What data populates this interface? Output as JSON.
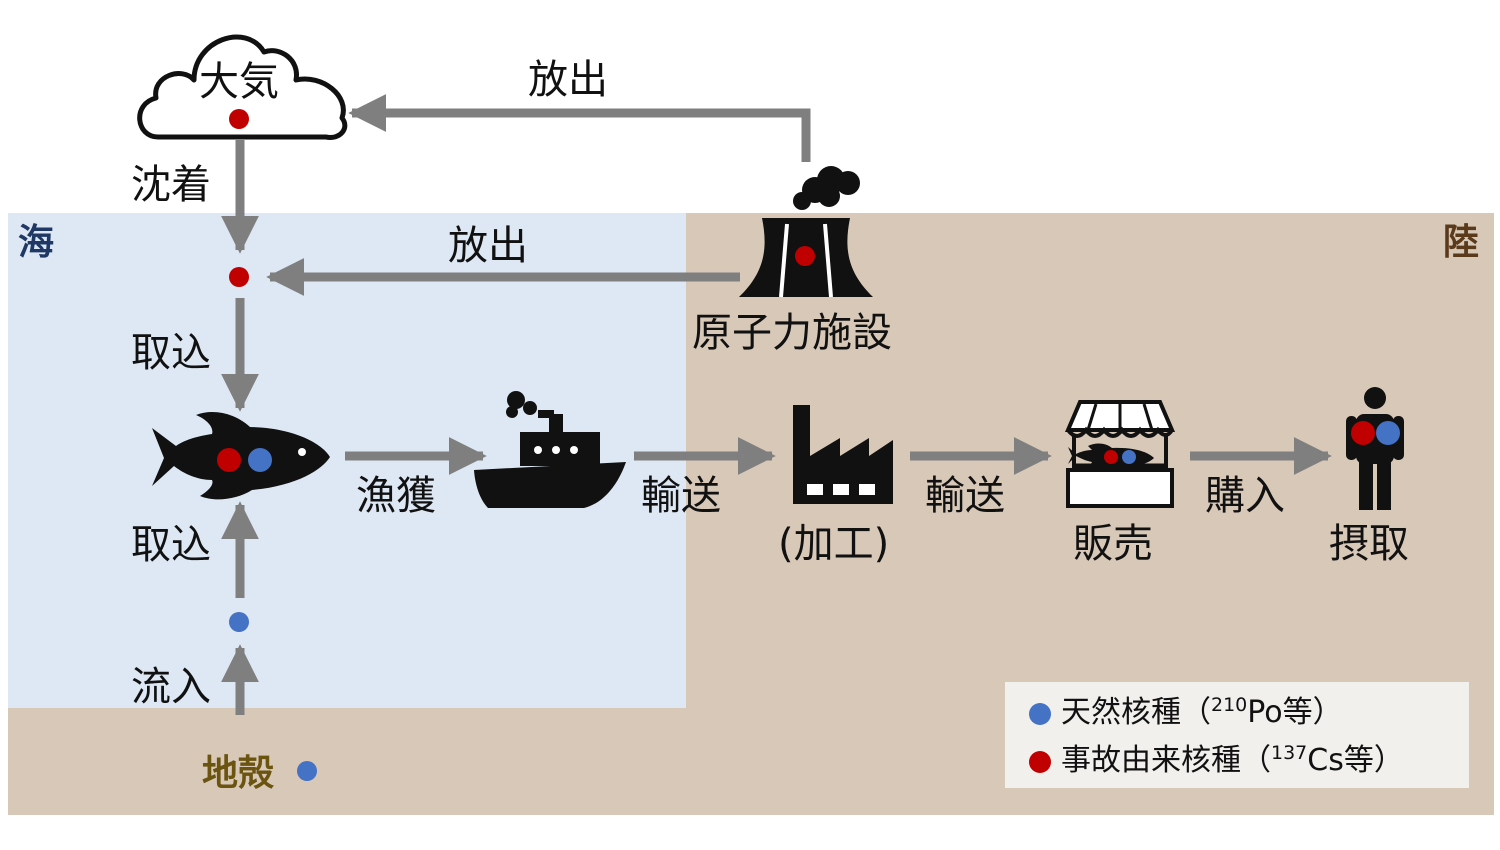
{
  "colors": {
    "sea": "#dde8f4",
    "land": "#d8c8b8",
    "arrow": "#7f7f7f",
    "natural_dot": "#4472c4",
    "accident_dot": "#c00000",
    "sea_label": "#1f3864",
    "land_label": "#5a3a1a",
    "crust_label": "#6b5410"
  },
  "regions": {
    "sea": "海",
    "land": "陸"
  },
  "nodes": {
    "atmosphere": "大気",
    "nuclear_facility": "原子力施設",
    "processing": "(加工)",
    "sale": "販売",
    "intake": "摂取",
    "crust": "地殻"
  },
  "flows": {
    "release_air": "放出",
    "release_sea": "放出",
    "deposition": "沈着",
    "uptake_upper": "取込",
    "uptake_lower": "取込",
    "inflow": "流入",
    "fishing": "漁獲",
    "transport_1": "輸送",
    "transport_2": "輸送",
    "purchase": "購入"
  },
  "legend": {
    "natural_prefix": "天然核種（",
    "natural_mass": "210",
    "natural_element": "Po等）",
    "accident_prefix": "事故由来核種（",
    "accident_mass": "137",
    "accident_element": "Cs等）"
  },
  "icons": [
    "cloud-icon",
    "cooling-tower-icon",
    "fish-icon",
    "ship-icon",
    "factory-icon",
    "market-stall-icon",
    "person-icon"
  ]
}
